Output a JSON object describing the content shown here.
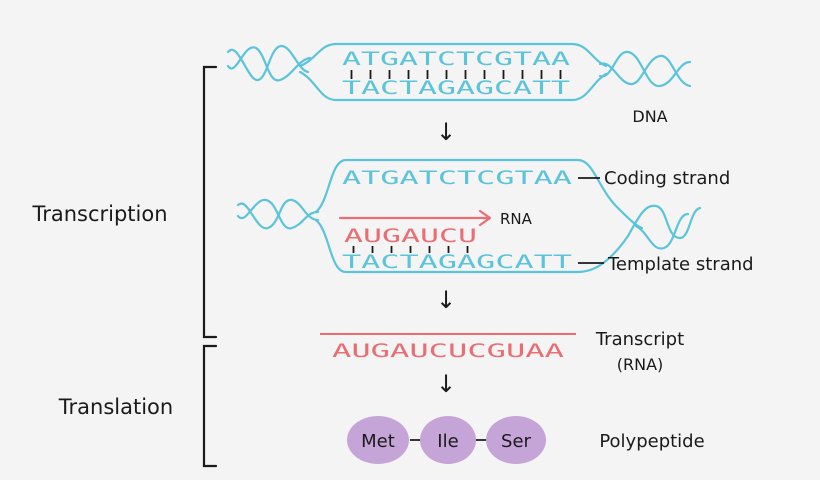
{
  "colors": {
    "dna": "#5bc4da",
    "rna": "#e96e73",
    "ink": "#1a1a1a",
    "protein": "#c5a4d8"
  },
  "labels": {
    "transcription": "Transcription",
    "translation": "Translation",
    "dna": "DNA",
    "coding_strand": "Coding strand",
    "template_strand": "Template strand",
    "rna": "RNA",
    "transcript": "Transcript",
    "transcript_sub": "(RNA)",
    "polypeptide": "Polypeptide"
  },
  "sequences": {
    "dna_top": "ATGATCTCGTAA",
    "dna_bottom": "TACTAGAGCATT",
    "coding": "ATGATCTCGTAA",
    "template": "TACTAGAGCATT",
    "rna_partial": "AUGAUCU",
    "transcript": "AUGAUCUCGUAA"
  },
  "amino_acids": [
    "Met",
    "Ile",
    "Ser"
  ],
  "arrow": "↓"
}
